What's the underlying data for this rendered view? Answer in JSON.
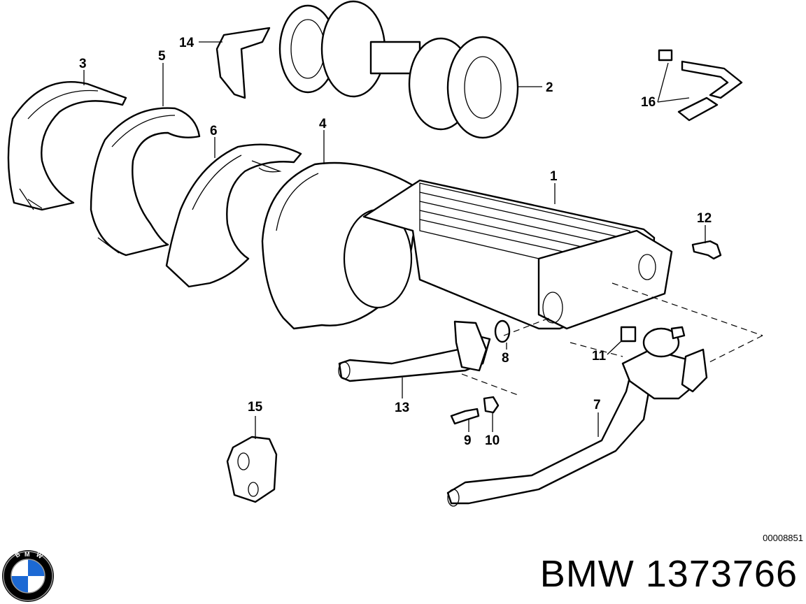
{
  "callouts": [
    "1",
    "2",
    "3",
    "4",
    "5",
    "6",
    "7",
    "8",
    "9",
    "10",
    "11",
    "12",
    "13",
    "14",
    "15",
    "16"
  ],
  "drawing_code": "00008851",
  "part_title": "BMW 1373766",
  "logo": {
    "name": "bmw-roundel",
    "text": "BMW",
    "colors": {
      "blue": "#1c69d4",
      "ring": "#000000",
      "white": "#ffffff"
    }
  }
}
